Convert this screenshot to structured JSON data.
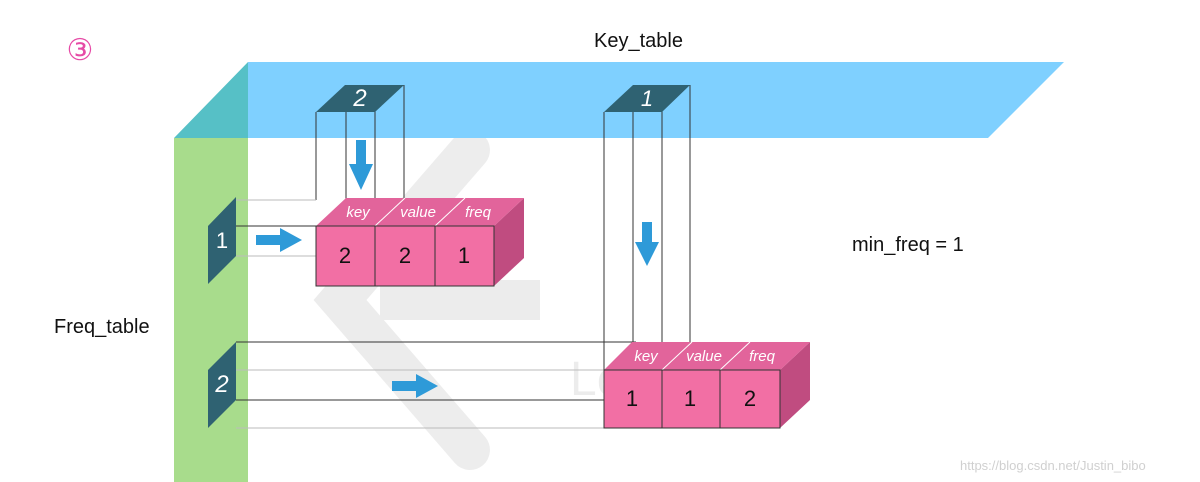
{
  "step_marker": "③",
  "labels": {
    "key_table": "Key_table",
    "freq_table": "Freq_table",
    "min_freq": "min_freq = 1"
  },
  "key_table_entries": [
    "2",
    "1"
  ],
  "freq_table_entries": [
    "1",
    "2"
  ],
  "node_headers": [
    "key",
    "value",
    "freq"
  ],
  "nodes": [
    {
      "key": "2",
      "value": "2",
      "freq": "1"
    },
    {
      "key": "1",
      "value": "1",
      "freq": "2"
    }
  ],
  "watermark": {
    "text": "LeetCode",
    "url": "https://blog.csdn.net/Justin_bibo"
  },
  "colors": {
    "key_table": "#7fd0ff",
    "key_table_corner": "#56c0c6",
    "freq_table": "#a8dc8c",
    "tag": "#2f6272",
    "node_front": "#f26fa4",
    "node_top": "#e2649b",
    "node_side": "#c04c80",
    "arrow": "#2e9ad8",
    "step_marker": "#e64aa6"
  }
}
